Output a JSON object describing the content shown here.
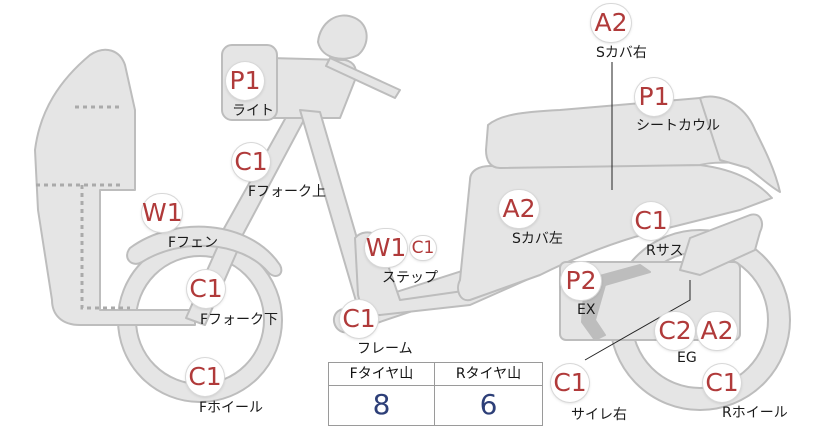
{
  "parts": {
    "light": {
      "grade": "P1",
      "label": "ライト"
    },
    "f_fork_upper": {
      "grade": "C1",
      "label": "Fフォーク上"
    },
    "f_fender": {
      "grade": "W1",
      "label": "Fフェン"
    },
    "f_fork_lower": {
      "grade": "C1",
      "label": "Fフォーク下"
    },
    "f_wheel": {
      "grade": "C1",
      "label": "Fホイール"
    },
    "step": {
      "grade": "W1",
      "grade_extra": "C1",
      "label": "ステップ"
    },
    "frame": {
      "grade": "C1",
      "label": "フレーム"
    },
    "s_cover_left": {
      "grade": "A2",
      "label": "Sカバ左"
    },
    "s_cover_right": {
      "grade": "A2",
      "label": "Sカバ右"
    },
    "seat_cowl": {
      "grade": "P1",
      "label": "シートカウル"
    },
    "r_suspension": {
      "grade": "C1",
      "label": "Rサス"
    },
    "exhaust": {
      "grade": "P2",
      "label": "EX"
    },
    "engine": {
      "grade": "C2",
      "grade_extra": "A2",
      "label": "EG"
    },
    "muffler_right": {
      "grade": "C1",
      "label": "サイレ右"
    },
    "r_wheel": {
      "grade": "C1",
      "label": "Rホイール"
    }
  },
  "tire_table": {
    "front_header": "Fタイヤ山",
    "rear_header": "Rタイヤ山",
    "front_value": "8",
    "rear_value": "6"
  },
  "colors": {
    "body_fill": "#e4e4e4",
    "body_stroke": "#bdbdbd",
    "badge_text": "#b03a3a",
    "tire_value_text": "#2d3f78"
  }
}
